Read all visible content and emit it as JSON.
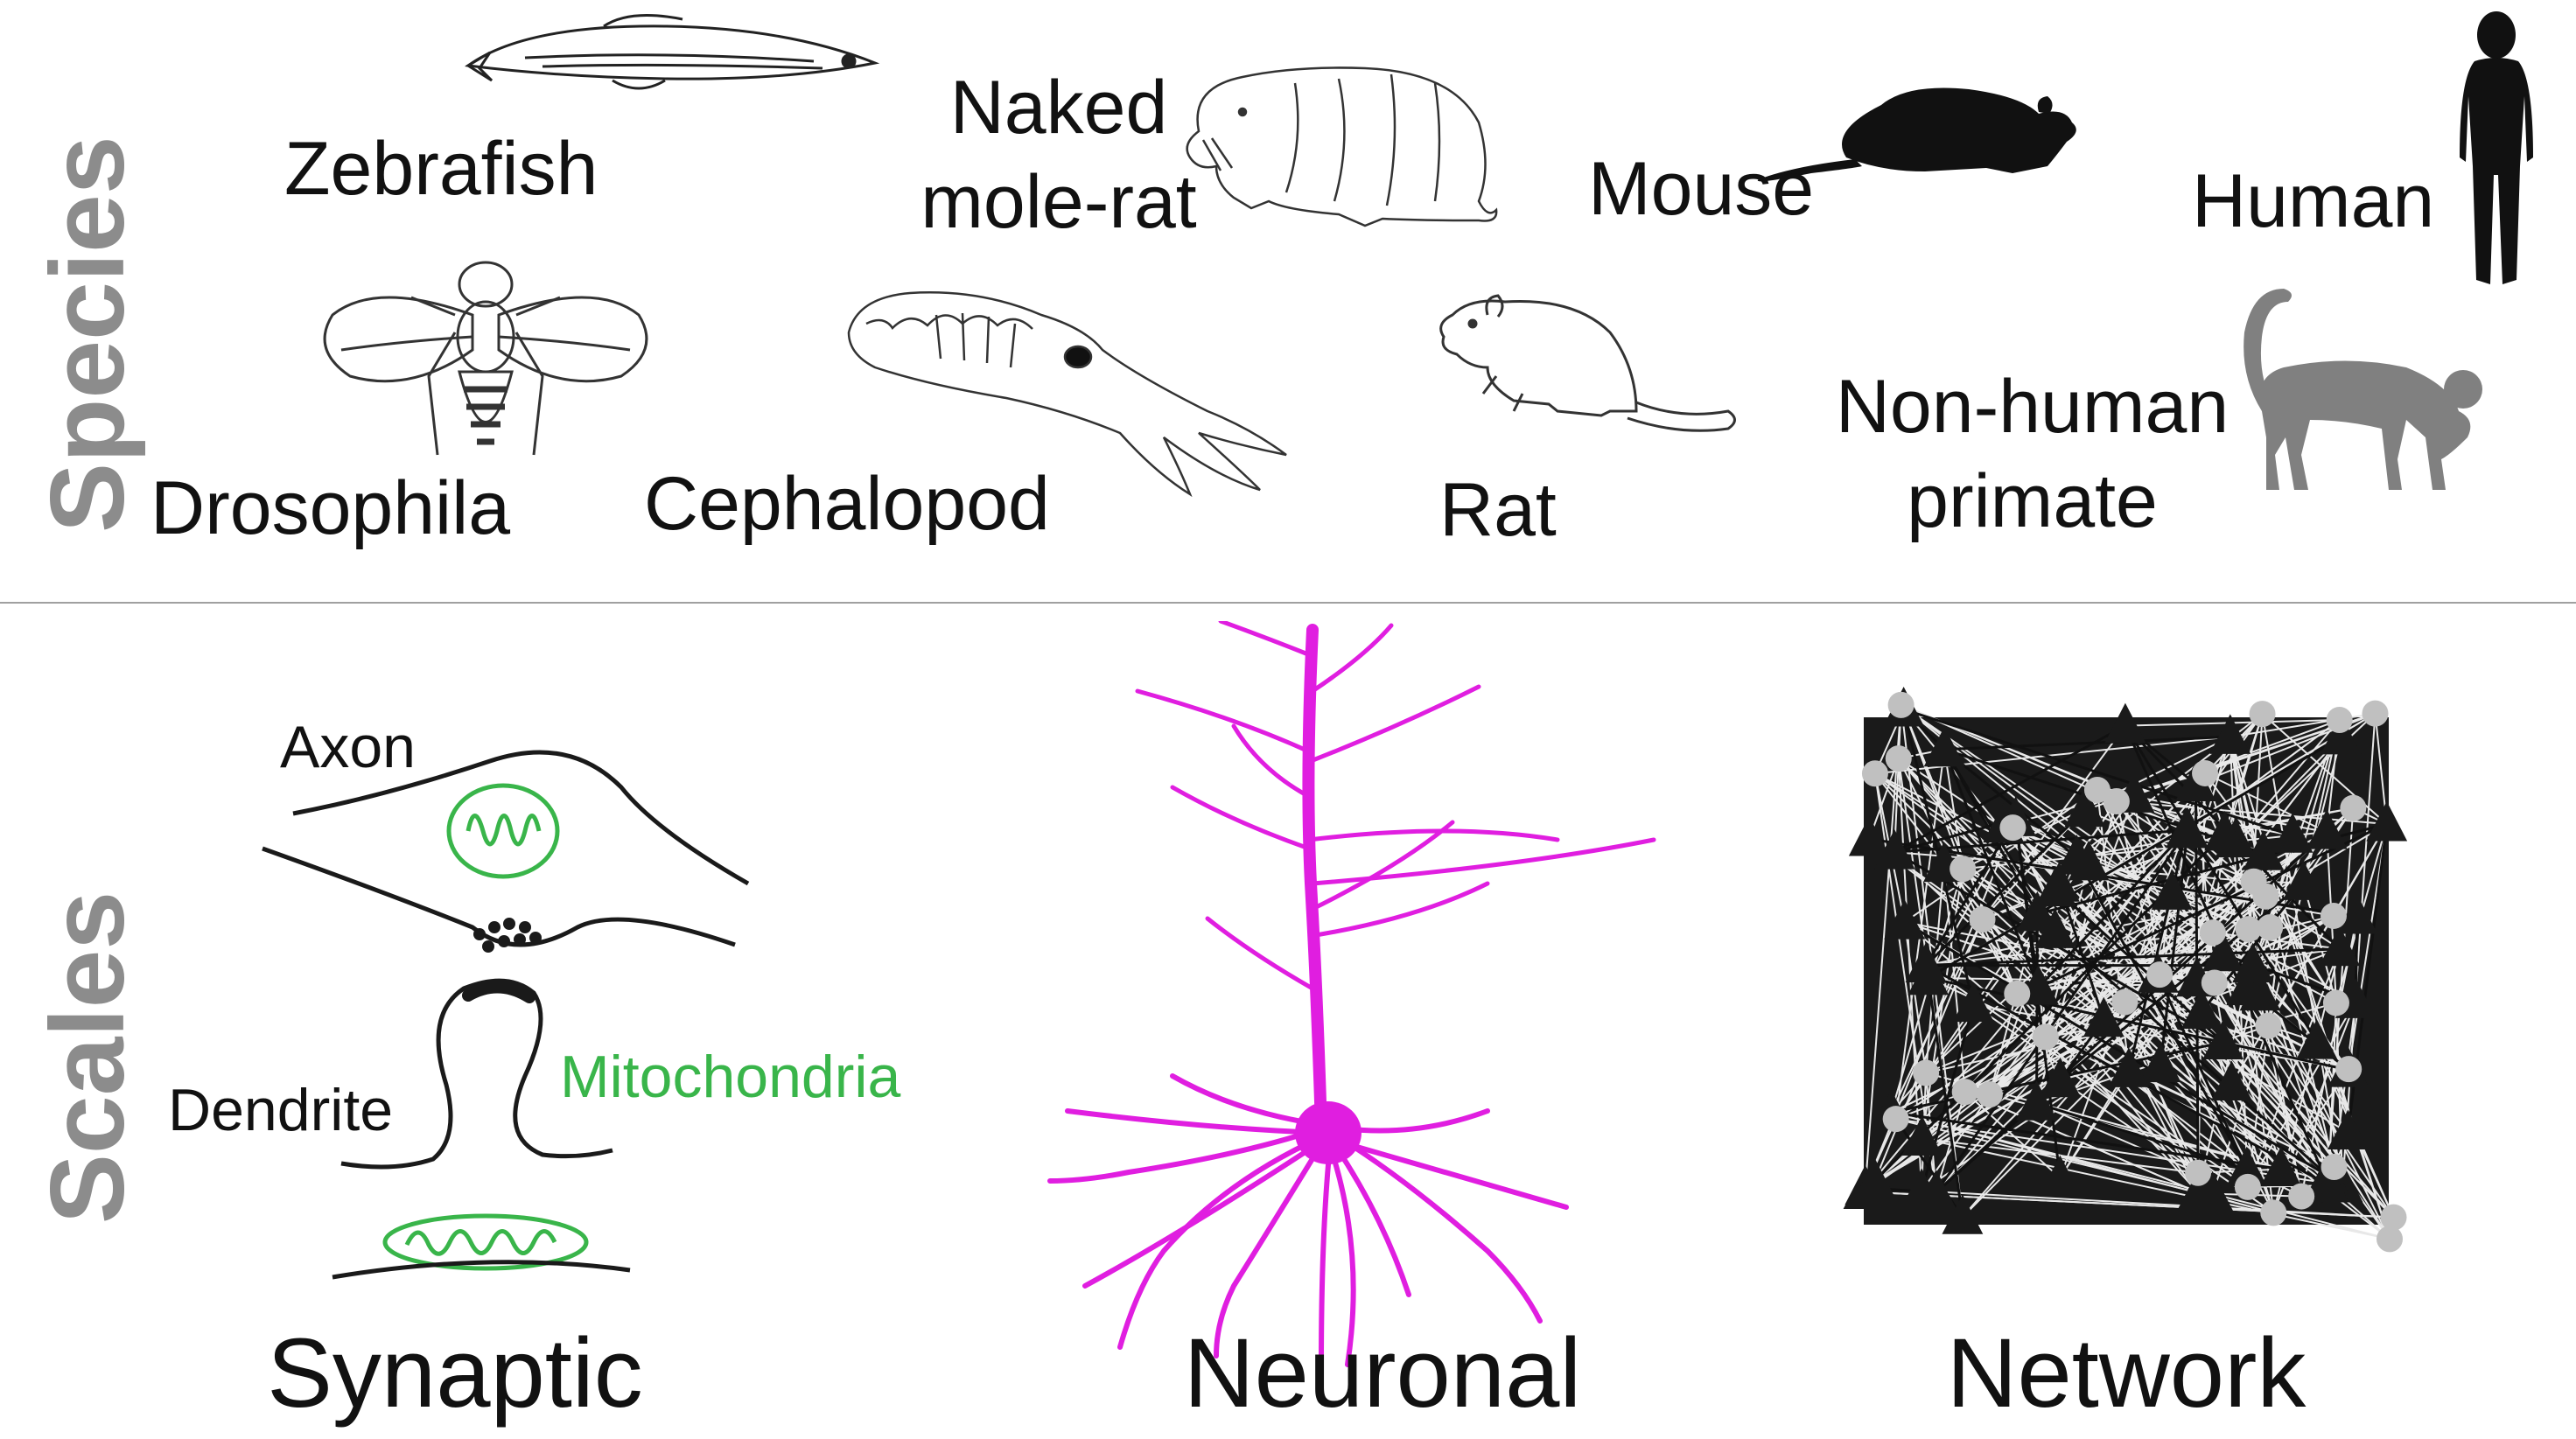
{
  "sections": {
    "species_label": "Species",
    "scales_label": "Scales"
  },
  "species": {
    "zebrafish": "Zebrafish",
    "naked_mole_rat_line1": "Naked",
    "naked_mole_rat_line2": "mole-rat",
    "mouse": "Mouse",
    "human": "Human",
    "drosophila": "Drosophila",
    "cephalopod": "Cephalopod",
    "rat": "Rat",
    "nhp_line1": "Non-human",
    "nhp_line2": "primate"
  },
  "scales": {
    "synaptic": "Synaptic",
    "neuronal": "Neuronal",
    "network": "Network"
  },
  "synapse_labels": {
    "axon": "Axon",
    "dendrite": "Dendrite",
    "mitochondria": "Mitochondria"
  },
  "colors": {
    "section_label": "#8c8c8c",
    "mitochondria": "#39b54a",
    "neuron": "#e01ee0",
    "monkey": "#808080",
    "network_node_excitatory": "#1a1a1a",
    "network_node_inhibitory": "#c0c0c0"
  },
  "icons": {
    "zebrafish": "zebrafish-icon",
    "naked_mole_rat": "naked-mole-rat-icon",
    "mouse": "mouse-icon",
    "human": "human-icon",
    "drosophila": "drosophila-icon",
    "cephalopod": "cephalopod-icon",
    "rat": "rat-icon",
    "nhp": "monkey-icon"
  }
}
